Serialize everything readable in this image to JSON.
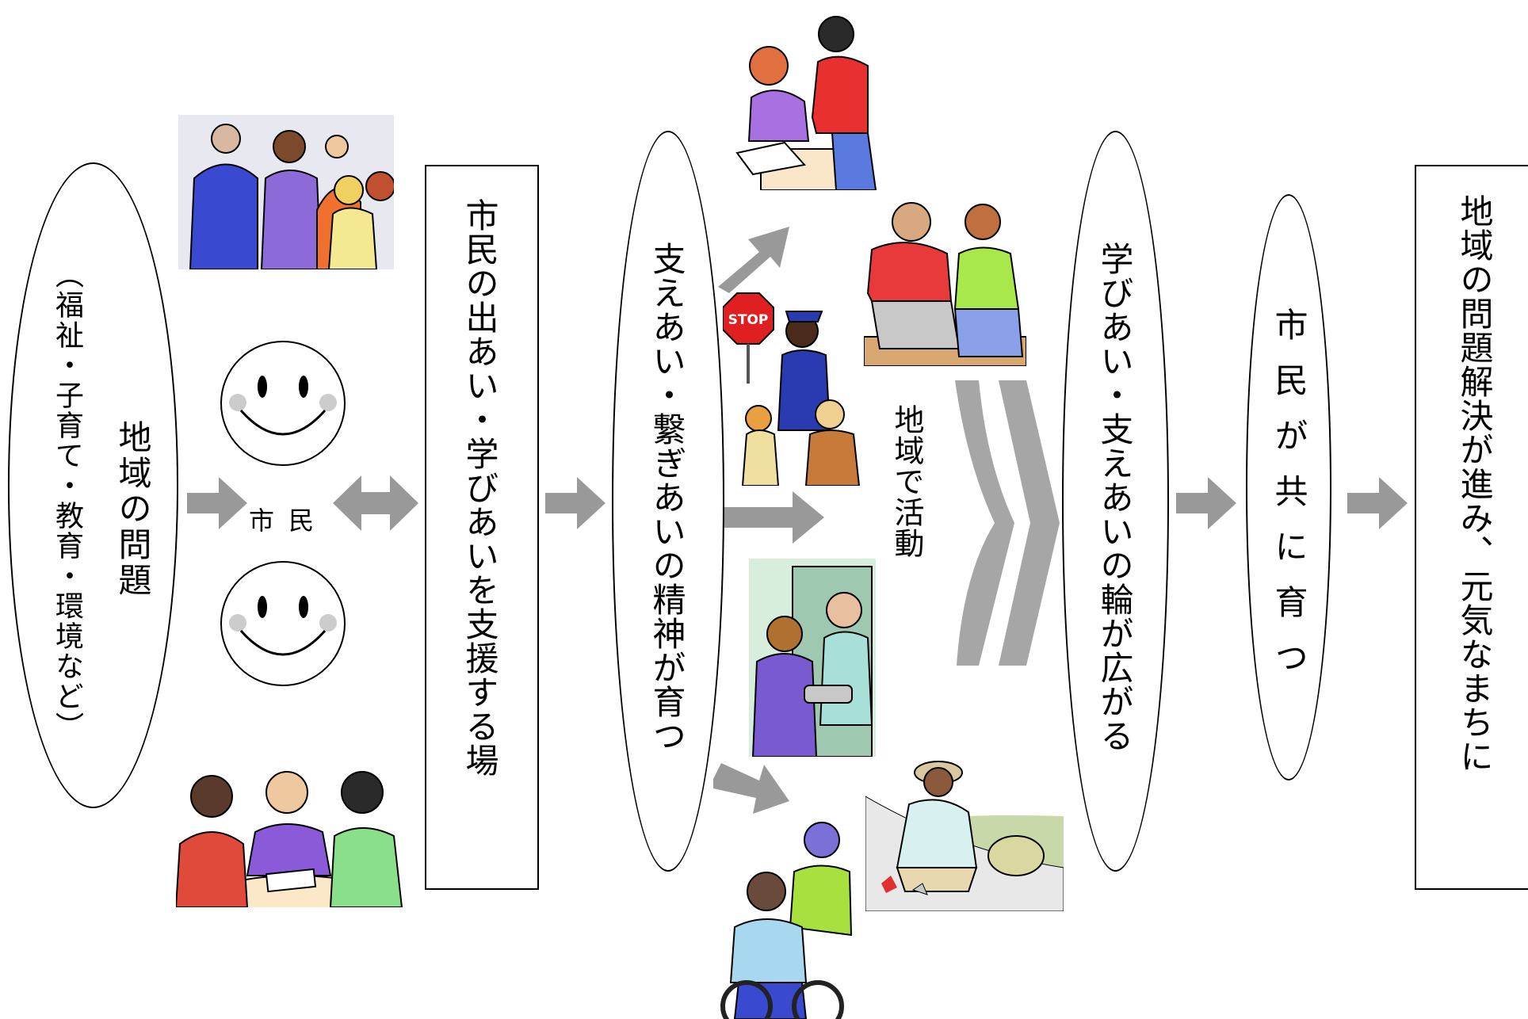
{
  "oval1": {
    "title": "地域の問題",
    "subtitle": "（福祉・子育て・教育・環境など）"
  },
  "citizens_label": "市 民",
  "box1_text": "市民の出あい・学びあいを支援する場",
  "oval2_text": "支えあい・繋ぎあいの精神が育つ",
  "activity_label": "地域で活動",
  "oval3_text": "学びあい・支えあいの輪が広がる",
  "oval4_text": "市民が共に育つ",
  "box2_text": "地域の問題解決が進み、元気なまちに",
  "stop_sign_text": "STOP",
  "colors": {
    "arrow": "#999999",
    "big_arrow": "#a6a6a6",
    "smiley_cheek": "#cccccc"
  },
  "icons": [
    "smiley-face-icon",
    "smiley-face-icon",
    "people-chatting-clipart",
    "people-meeting-clipart",
    "tutor-student-clipart",
    "father-son-clipart",
    "crossing-guard-clipart",
    "meal-delivery-clipart",
    "wheelchair-helper-clipart",
    "litter-pickup-clipart"
  ]
}
